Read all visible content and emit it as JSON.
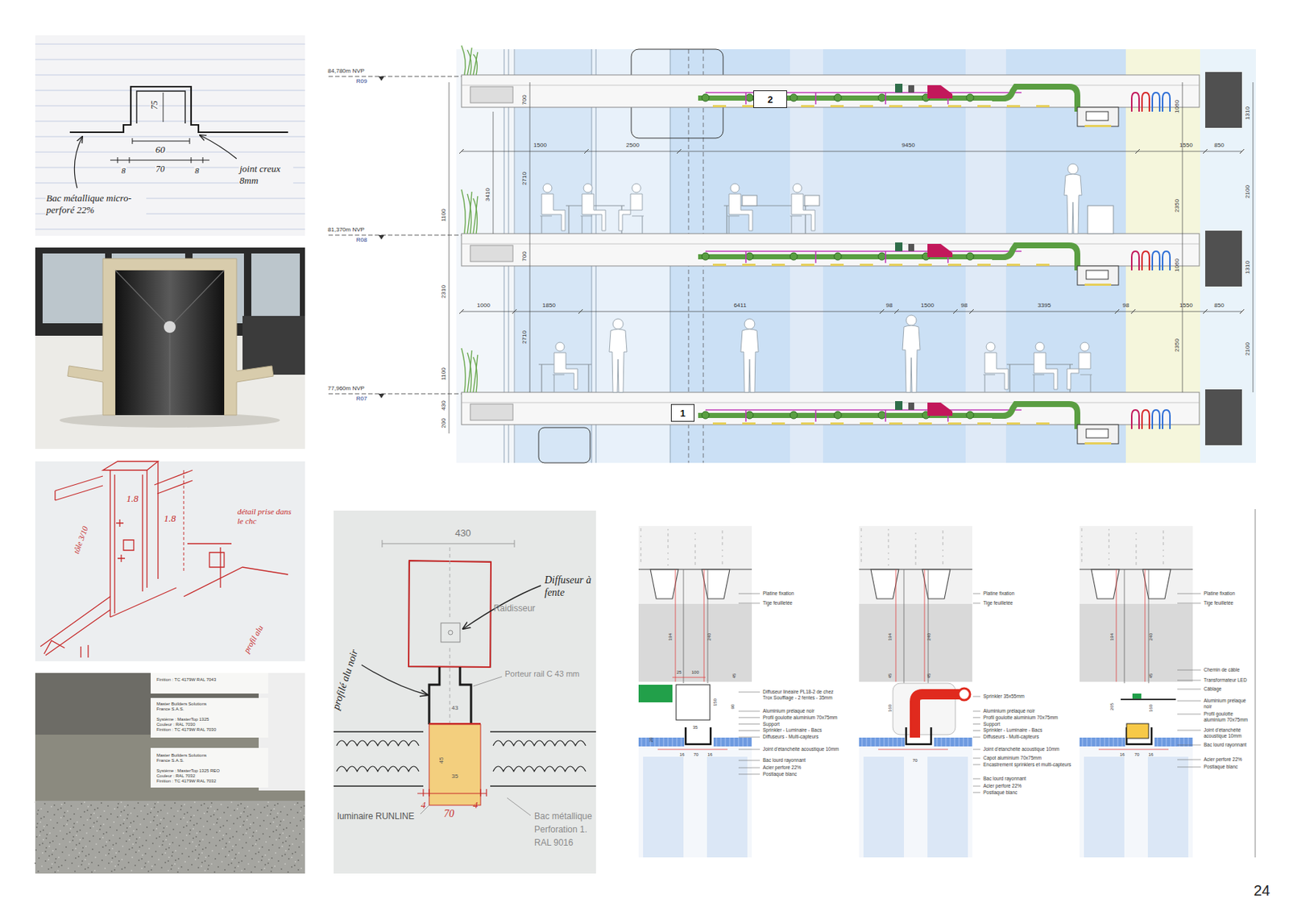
{
  "diagram": {
    "nodes": [
      {
        "text": [
          "2"
        ]
      },
      {
        "text": [
          "1"
        ]
      }
    ],
    "labels": [
      "75",
      "60",
      "8",
      "70",
      "8",
      "Bac métallique micro-perforé 22%",
      "joint creux 8mm",
      "1.8",
      "1.8",
      "tôle 3/10",
      "détail prise dans le chc",
      "profil alu",
      "Finition : TC 4179W RAL 7043",
      "Master Builders Solutions",
      "France S.A.S.",
      "Système : MasterTop 1325",
      "Couleur : RAL 7030",
      "Finition : TC 4179W RAL 7030",
      "Master Builders Solutions",
      "France S.A.S.",
      "Système : MasterTop 1325 REO",
      "Couleur : RAL 7032",
      "Finition : TC 4179W RAL 7032",
      "84,780m NVP",
      "R09",
      "81,370m NVP",
      "R08",
      "77,960m NVP",
      "R07",
      "1500",
      "2500",
      "9450",
      "1550",
      "850",
      "1310",
      "1060",
      "2350",
      "2100",
      "3410",
      "2710",
      "1100",
      "700",
      "700",
      "2310",
      "1000",
      "1850",
      "6411",
      "98",
      "1500",
      "98",
      "3395",
      "98",
      "1550",
      "850",
      "1310",
      "1060",
      "2350",
      "2100",
      "2710",
      "1100",
      "430",
      "200",
      "430",
      "Diffuseur à fente",
      "Raidisseur",
      "Porteur rail C 43 mm",
      "profilé alu noir",
      "43",
      "45",
      "35",
      "4",
      "70",
      "4",
      "luminaire RUNLINE",
      "Bac métallique",
      "Perforation 1.",
      "RAL 9016",
      "194",
      "240",
      "25",
      "100",
      "45",
      "150",
      "90",
      "35",
      "20",
      "16",
      "70",
      "16",
      "Platine fixation",
      "Tige feuilletée",
      "Diffuseur linéaire PL18-2 de chez Trox Soufflage - 2 fentes - 35mm",
      "Aluminium prélaqué noir",
      "Profil goulotte aluminium 70x75mm",
      "Support",
      "Sprinkler - Luminaire - Bacs",
      "Diffuseurs - Multi-capteurs",
      "Joint d'étanchéité acoustique 10mm",
      "Bac lourd rayonnant",
      "Acier perforé 22%",
      "Postlaqué blanc",
      "194",
      "240",
      "45",
      "45",
      "160",
      "70",
      "Platine fixation",
      "Tige feuilletée",
      "Sprinkler 35x55mm",
      "Aluminium prélaqué noir",
      "Profil goulotte aluminium 70x75mm",
      "Support",
      "Sprinkler - Luminaire - Bacs",
      "Diffuseurs - Multi-capteurs",
      "Joint d'étanchéité acoustique 10mm",
      "Capot aluminium 70x75mm",
      "Encastrement sprinklers et multi-capteurs",
      "Bac lourd rayonnant",
      "Acier perforé 22%",
      "Postlaqué blanc",
      "194",
      "240",
      "265",
      "45",
      "160",
      "16",
      "70",
      "16",
      "Platine fixation",
      "Tige feuilletée",
      "Chemin de câble",
      "Transformateur LED",
      "Câblage",
      "Aluminium prélaqué noir",
      "Profil goulotte aluminium 70x75mm",
      "Joint d'étanchéité acoustique 10mm",
      "Bac lourd rayonnant",
      "Acier perforé 22%",
      "Postlaqué blanc",
      "24"
    ]
  }
}
